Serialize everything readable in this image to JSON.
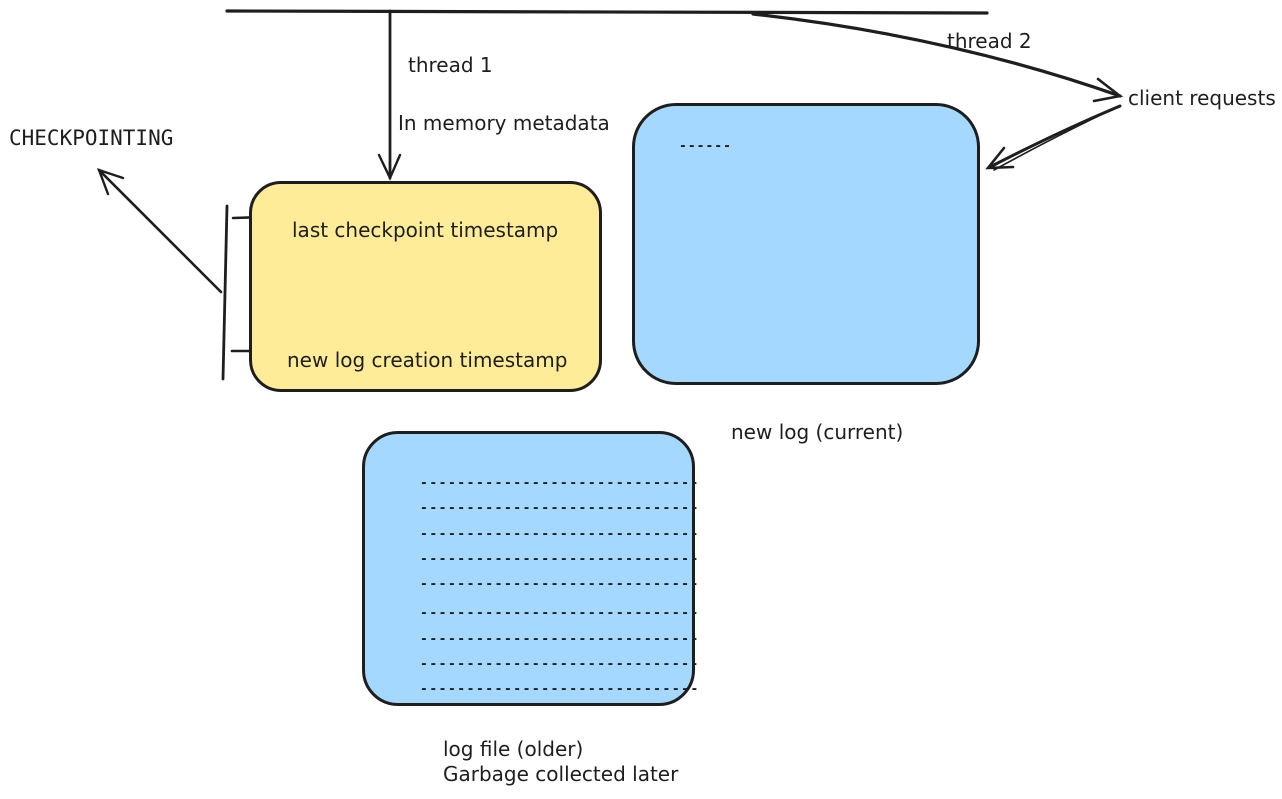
{
  "diagram": {
    "title_label": "CHECKPOINTING",
    "colors": {
      "background": "#ffffff",
      "stroke": "#1e1e1e",
      "metadata_box_fill": "#ffec99",
      "log_box_fill": "#a5d8ff"
    },
    "labels": {
      "thread1": "thread 1",
      "in_memory_metadata": "In memory metadata",
      "thread2": "thread 2",
      "client_requests": "client requests",
      "new_log_current": "new log (current)",
      "old_log_caption_line1": "log file (older)",
      "old_log_caption_line2": "Garbage collected later"
    },
    "boxes": {
      "metadata_box": {
        "fields": [
          "last checkpoint timestamp",
          "new log creation timestamp"
        ]
      },
      "new_log_box": {
        "content": "------"
      },
      "old_log_box": {
        "lines": [
          "------------------------------",
          "------------------------------",
          "------------------------------",
          "------------------------------",
          "------------------------------",
          "------------------------------",
          "------------------------------",
          "------------------------------",
          "------------------------------"
        ]
      }
    }
  }
}
